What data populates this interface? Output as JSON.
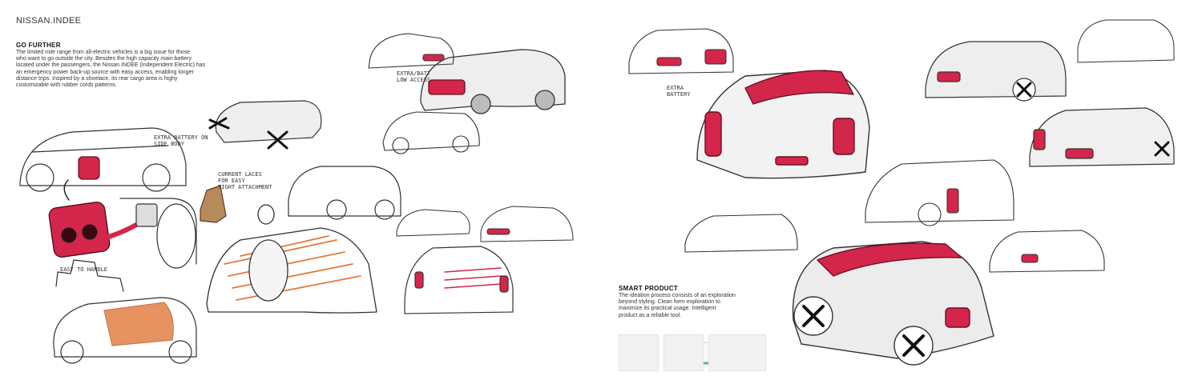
{
  "page": {
    "title": "NISSAN.INDEE"
  },
  "go_further": {
    "heading": "GO FURTHER",
    "body": "The limited mile range from all-electric vehicles is a big issue for those\nwho want to go outside the city. Besides the high capacity main battery\nlocated under the passengers, the Nissan INDEE (Independent Electric) has\nan emergency power back-up source with easy access, enabling longer\ndistance trips. Inspired by a shoelace, its rear cargo area is highy\ncustomizable with rubber cords patterns."
  },
  "smart_product": {
    "heading": "SMART PRODUCT",
    "body": "The ideation process consists of an exploration\nbeyond styling. Clean form exploration to\nmaximize its practical usage. Intelligent\nproduct as a reliable tool."
  },
  "annotations": {
    "extra_battery": "EXTRA BATTERY ON\nSIDE BODY",
    "easy_to_handle": "EASY TO HANDLE",
    "current_laces": "CURRENT LACES\nFOR EASY\nTIGHT ATTACHMENT",
    "extra_battery_right": "EXTRA\nBATTERY",
    "rear_note": "EXTRA/BATT\nLOW ACCESS"
  },
  "colors": {
    "accent": "#d4264a",
    "sketch": "#333333",
    "orange": "#e2793a"
  }
}
